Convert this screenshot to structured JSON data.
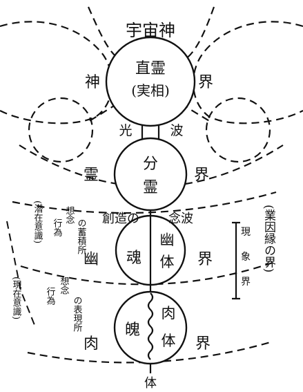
{
  "diagram": {
    "title": "宇宙神",
    "realms": {
      "divine": [
        "神",
        "界"
      ],
      "spirit": [
        "霊",
        "界"
      ],
      "yu": [
        "幽",
        "界"
      ],
      "flesh": [
        "肉",
        "界"
      ]
    },
    "circles": {
      "direct_spirit": {
        "label": "直霊",
        "paren": "(実相)"
      },
      "divided_spirit": [
        "分",
        "霊"
      ],
      "soul": "魂",
      "yu_body": [
        "幽",
        "体"
      ],
      "po": "魄",
      "flesh_body": [
        "肉",
        "体"
      ]
    },
    "light_wave": [
      "光",
      "波"
    ],
    "creation": "創造の",
    "thought_wave": "念波",
    "karma_world": "(業因縁の界)",
    "phenomenal_world": [
      "現",
      "象",
      "界"
    ],
    "accumulation": {
      "pair": [
        "想念",
        "行為"
      ],
      "label": "の蓄積所",
      "note": "(潜在意識)"
    },
    "expression": {
      "pair": [
        "想念",
        "行為"
      ],
      "label": "の表現所",
      "note": "(現在意識)"
    },
    "body_bottom": "体"
  }
}
